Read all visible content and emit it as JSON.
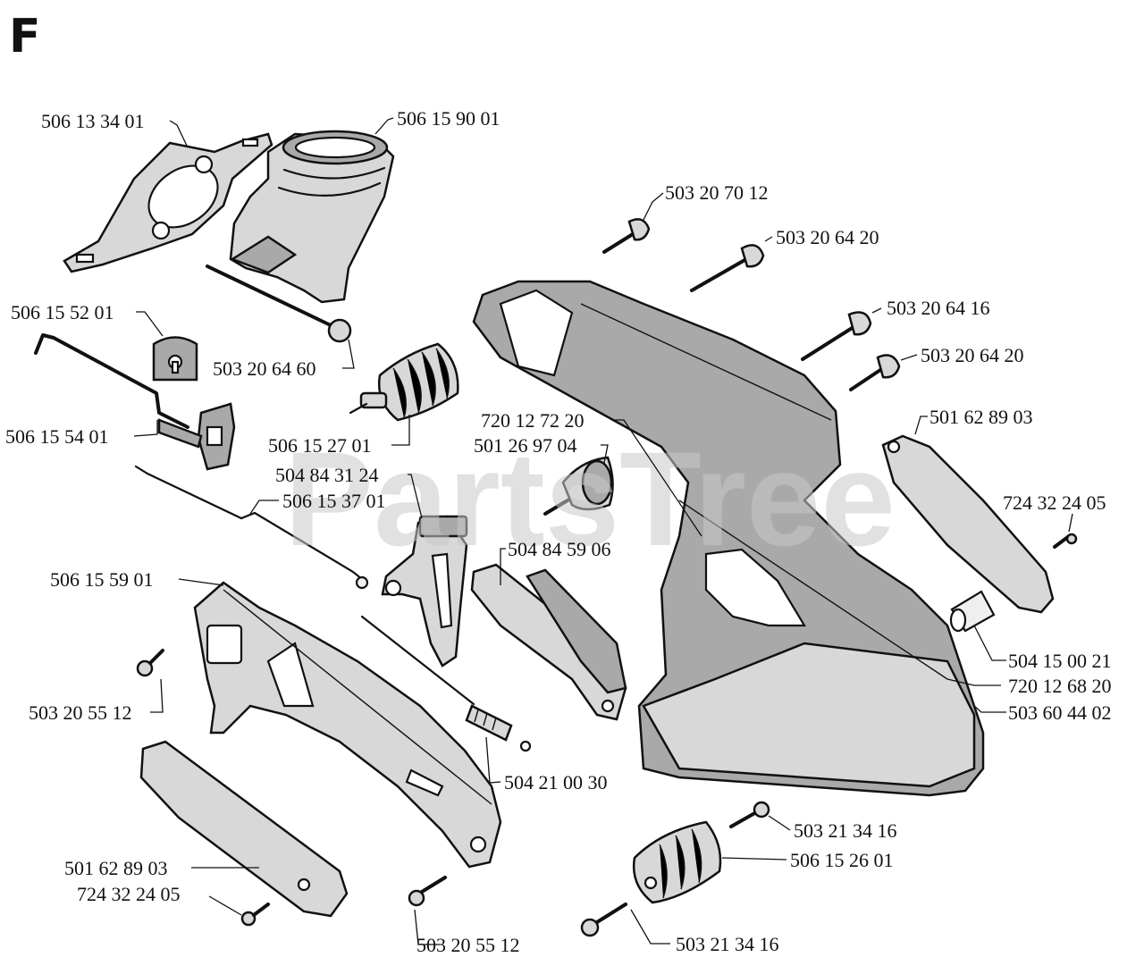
{
  "section": {
    "letter": "F"
  },
  "watermark": {
    "text": "PartsTree"
  },
  "colors": {
    "ink": "#111111",
    "shading": "#a9a9a9",
    "paper": "#ffffff"
  },
  "labels": [
    {
      "id": "L1",
      "text": "506 13 34 01"
    },
    {
      "id": "L2",
      "text": "506 15 90 01"
    },
    {
      "id": "L3",
      "text": "506 15 52 01"
    },
    {
      "id": "L4",
      "text": "503 20 64 60"
    },
    {
      "id": "L5",
      "text": "506 15 54 01"
    },
    {
      "id": "L6",
      "text": "506 15 27 01"
    },
    {
      "id": "L7",
      "text": "504 84 31 24"
    },
    {
      "id": "L8",
      "text": "506 15 37 01"
    },
    {
      "id": "L9",
      "text": "506 15 59 01"
    },
    {
      "id": "L10",
      "text": "503 20 55 12"
    },
    {
      "id": "L11",
      "text": "501 62 89 03"
    },
    {
      "id": "L12",
      "text": "724 32 24 05"
    },
    {
      "id": "L13",
      "text": "503 20 55 12"
    },
    {
      "id": "L14",
      "text": "504 21 00 30"
    },
    {
      "id": "L15",
      "text": "504 84 59 06"
    },
    {
      "id": "L16",
      "text": "720 12 72 20"
    },
    {
      "id": "L17",
      "text": "501 26 97 04"
    },
    {
      "id": "L18",
      "text": "503 20 70 12"
    },
    {
      "id": "L19",
      "text": "503 20 64 20"
    },
    {
      "id": "L20",
      "text": "503 20 64 16"
    },
    {
      "id": "L21",
      "text": "503 20 64 20"
    },
    {
      "id": "L22",
      "text": "501 62 89 03"
    },
    {
      "id": "L23",
      "text": "724 32 24 05"
    },
    {
      "id": "L24",
      "text": "504 15 00 21"
    },
    {
      "id": "L25",
      "text": "720 12 68 20"
    },
    {
      "id": "L26",
      "text": "503 60 44 02"
    },
    {
      "id": "L27",
      "text": "503 21 34 16"
    },
    {
      "id": "L28",
      "text": "506 15 26 01"
    },
    {
      "id": "L29",
      "text": "503 21 34 16"
    }
  ]
}
